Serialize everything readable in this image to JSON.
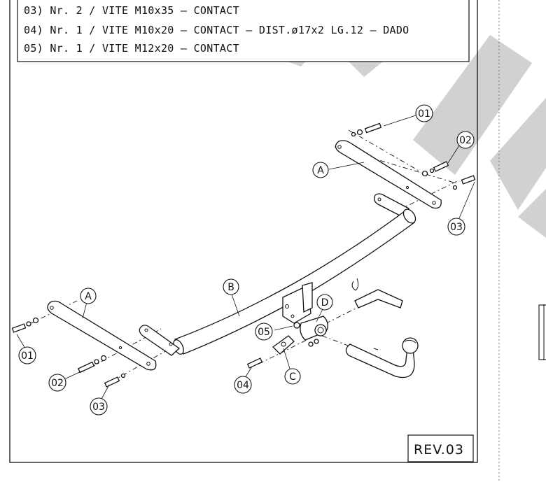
{
  "parts_list": [
    "03) Nr. 2 / VITE M10x35 – CONTACT",
    "04) Nr. 1 / VITE M10x20 – CONTACT – DIST.ø17x2 LG.12 – DADO",
    "05) Nr. 1 / VITE M12x20 – CONTACT"
  ],
  "callouts": {
    "c01_right": "01",
    "c02_right": "02",
    "c03_right": "03",
    "a_right": "A",
    "b_center": "B",
    "d_label": "D",
    "c05": "05",
    "c_label": "C",
    "c04": "04",
    "a_left": "A",
    "c01_left": "01",
    "c02_left": "02",
    "c03_left": "03"
  },
  "revision": "REV.03",
  "watermark": {
    "color": "#c9c9c9"
  }
}
